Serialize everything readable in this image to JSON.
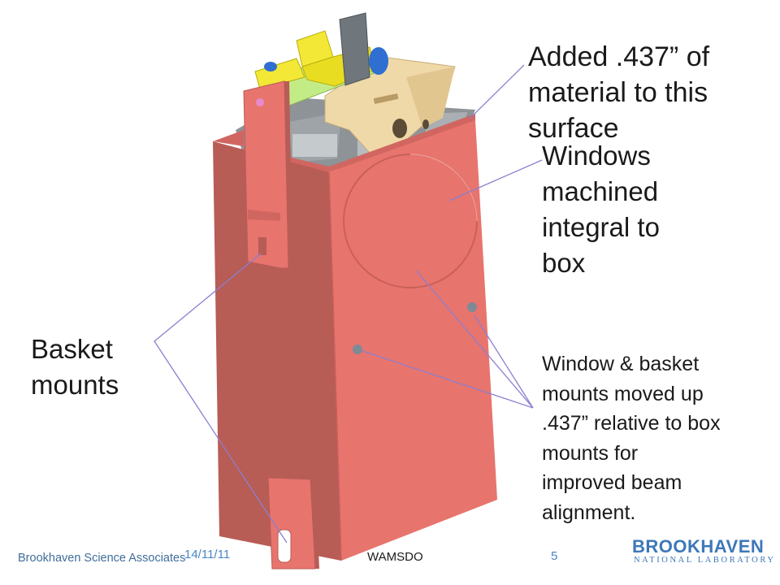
{
  "callouts": {
    "added": [
      "Added .437” of",
      "material to this",
      "surface"
    ],
    "windows": [
      "Windows",
      "machined",
      "integral to",
      "box"
    ],
    "basket": [
      "Basket",
      "mounts"
    ],
    "moved": [
      "Window & basket",
      "mounts moved up",
      ".437” relative to box",
      "mounts for",
      "improved beam",
      "alignment."
    ]
  },
  "footer": {
    "association": "Brookhaven Science Associates",
    "date": "14/11/11",
    "conference": "WAMSDO",
    "page": "5",
    "logo_main": "BROOKHAVEN",
    "logo_sub": "NATIONAL LABORATORY"
  },
  "colors": {
    "box_front": "#e8746e",
    "box_side": "#b85c56",
    "box_top": "#d16661",
    "bracket_tan": "#f0d9a8",
    "yellow_part": "#f2e835",
    "green_part": "#c4ec86",
    "gray_inner": "#9ea4a8",
    "blue_knob": "#2f6fd1",
    "arrow": "#8a7fd0",
    "logo_blue": "#3d78b8"
  }
}
